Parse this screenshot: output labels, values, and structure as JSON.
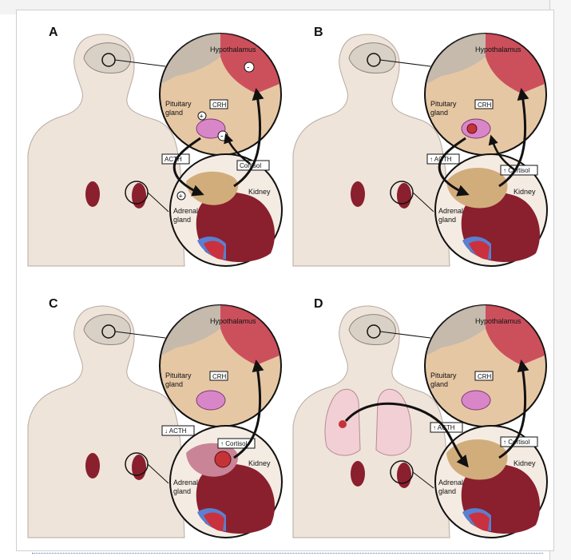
{
  "colors": {
    "body": "#efe4da",
    "tan": "#e6c7a4",
    "pituitary": "#d986c9",
    "adrenal": "#d2ad7c",
    "kidney": "#8a1f2e",
    "tumor": "#c43338",
    "vessel_red": "#c9313f",
    "vessel_blue": "#5b7fd1",
    "lung": "#f2cfd4",
    "hypothalamus": "#c73b4f"
  },
  "panels": [
    {
      "letter": "A",
      "labels": {
        "hypothalamus": "Hypothalamus",
        "pituitary": "Pituitary\ngland",
        "crh": "CRH",
        "acth": "ACTH",
        "cortisol": "Cortisol",
        "kidney": "Kidney",
        "adrenal": "Adrenal\ngland",
        "plus1": "+",
        "plus2": "+",
        "minus1": "-",
        "minus2": "-"
      }
    },
    {
      "letter": "B",
      "labels": {
        "hypothalamus": "Hypothalamus",
        "pituitary": "Pituitary\ngland",
        "crh": "CRH",
        "acth": "↑ ACTH",
        "cortisol": "↑ Cortisol",
        "kidney": "Kidney",
        "adrenal": "Adrenal\ngland"
      }
    },
    {
      "letter": "C",
      "labels": {
        "hypothalamus": "Hypothalamus",
        "pituitary": "Pituitary\ngland",
        "crh": "CRH",
        "acth": "↓ ACTH",
        "cortisol": "↑ Cortisol",
        "kidney": "Kidney",
        "adrenal": "Adrenal\ngland"
      }
    },
    {
      "letter": "D",
      "labels": {
        "hypothalamus": "Hypothalamus",
        "pituitary": "Pituitary\ngland",
        "crh": "CRH",
        "acth": "↑ ACTH",
        "cortisol": "↑ Cortisol",
        "kidney": "Kidney",
        "adrenal": "Adrenal\ngland"
      }
    }
  ]
}
